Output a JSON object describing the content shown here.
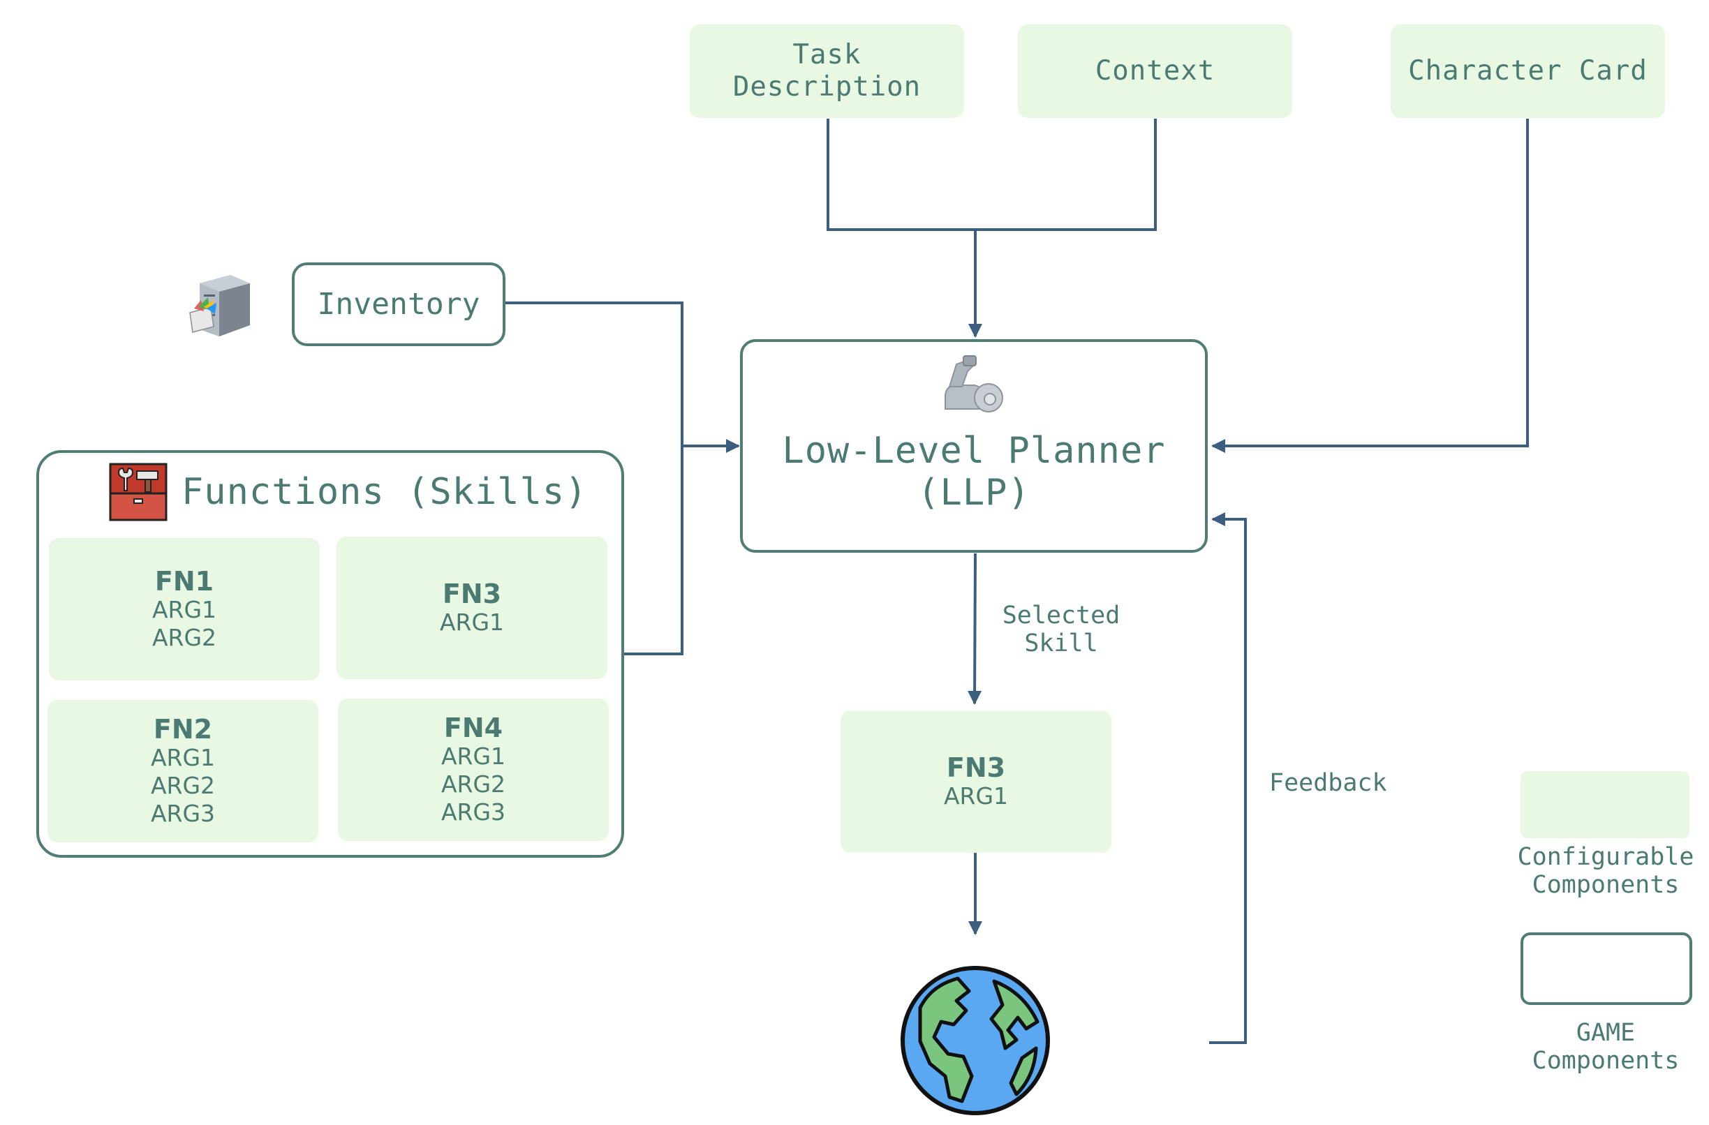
{
  "top_inputs": {
    "task_description": "Task\nDescription",
    "context": "Context",
    "character_card": "Character Card"
  },
  "inventory": {
    "label": "Inventory"
  },
  "planner": {
    "title": "Low-Level Planner\n(LLP)"
  },
  "functions": {
    "title": "Functions (Skills)",
    "cards": [
      {
        "name": "FN1",
        "args": [
          "ARG1",
          "ARG2"
        ]
      },
      {
        "name": "FN3",
        "args": [
          "ARG1"
        ]
      },
      {
        "name": "FN2",
        "args": [
          "ARG1",
          "ARG2",
          "ARG3"
        ]
      },
      {
        "name": "FN4",
        "args": [
          "ARG1",
          "ARG2",
          "ARG3"
        ]
      }
    ]
  },
  "selected": {
    "label": "Selected\nSkill",
    "card": {
      "name": "FN3",
      "args": [
        "ARG1"
      ]
    }
  },
  "feedback": {
    "label": "Feedback"
  },
  "legend": {
    "configurable": "Configurable\nComponents",
    "game": "GAME\nComponents"
  },
  "colors": {
    "configurable_fill": "#e8f8e2",
    "game_stroke": "#4f7d75",
    "text": "#4a7a72",
    "arrow": "#3d5f7f"
  },
  "icons": {
    "inventory": "file-cabinet-icon",
    "functions": "toolbox-icon",
    "planner": "robotic-arm-icon",
    "environment": "globe-icon"
  }
}
